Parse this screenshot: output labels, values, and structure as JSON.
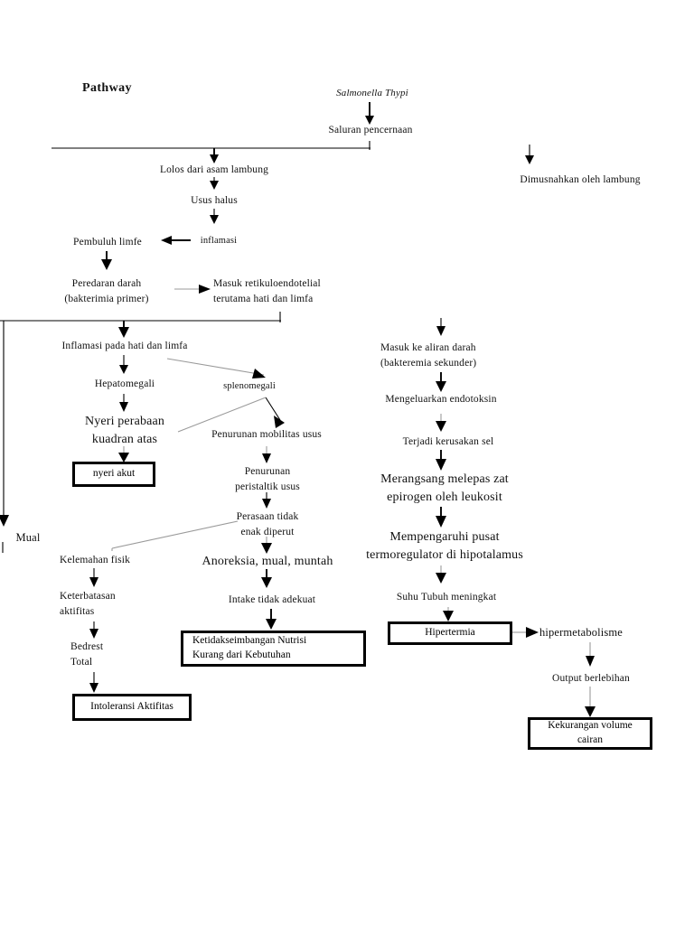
{
  "document": {
    "title": "Pathway",
    "type": "clinical-pathway-flowchart",
    "subject": "Salmonella Thypi / Typhoid fever pathophysiology"
  },
  "nodes": {
    "title": "Pathway",
    "salmonella": "Salmonella Thypi",
    "saluran_pencernaan": "Saluran pencernaan",
    "dimusnahkan": "Dimusnahkan oleh lambung",
    "lolos": "Lolos dari asam lambung",
    "usus_halus": "Usus halus",
    "inflamasi": "inflamasi",
    "pembuluh_limfe": "Pembuluh limfe",
    "peredaran_darah": "Peredaran darah\n(bakterimia primer)",
    "masuk_retikulo": "Masuk retikuloendotelial\nterutama hati dan limfa",
    "inflamasi_hati": "Inflamasi pada hati dan limfa",
    "hepatomegali": "Hepatomegali",
    "splenomegali": "splenomegali",
    "nyeri_perabaan": "Nyeri perabaan\nkuadran atas",
    "nyeri_akut": "nyeri akut",
    "penurunan_mobilitas": "Penurunan mobilitas usus",
    "penurunan_peristaltik": "Penurunan\nperistaltik usus",
    "perasaan_tidak_enak": "Perasaan tidak\nenak diperut",
    "mual": "Mual",
    "kelemahan_fisik": "Kelemahan fisik",
    "anoreksia": "Anoreksia, mual, muntah",
    "keterbatasan_aktifitas": "Keterbatasan\naktifitas",
    "intake_tidak_adekuat": "Intake tidak adekuat",
    "bedrest_total": "Bedrest\nTotal",
    "intoleransi_aktifitas": "Intoleransi Aktifitas",
    "ketidakseimbangan_nutrisi": "Ketidakseimbangan Nutrisi\nKurang dari Kebutuhan",
    "masuk_aliran_darah": "Masuk ke aliran darah\n(bakteremia sekunder)",
    "mengeluarkan_endotoksin": "Mengeluarkan endotoksin",
    "terjadi_kerusakan_sel": "Terjadi kerusakan sel",
    "merangsang_melepas": "Merangsang melepas zat\nepirogen oleh leukosit",
    "mempengaruhi_pusat": "Mempengaruhi pusat\ntermoregulator di hipotalamus",
    "suhu_tubuh": "Suhu Tubuh meningkat",
    "hipertermia": "Hipertermia",
    "hipermetabolisme": "hipermetabolisme",
    "output_berlebihan": "Output berlebihan",
    "kekurangan_volume": "Kekurangan volume\ncairan"
  },
  "colors": {
    "ink": "#000000",
    "faint_connector": "#9a9a9a",
    "background": "#ffffff"
  }
}
